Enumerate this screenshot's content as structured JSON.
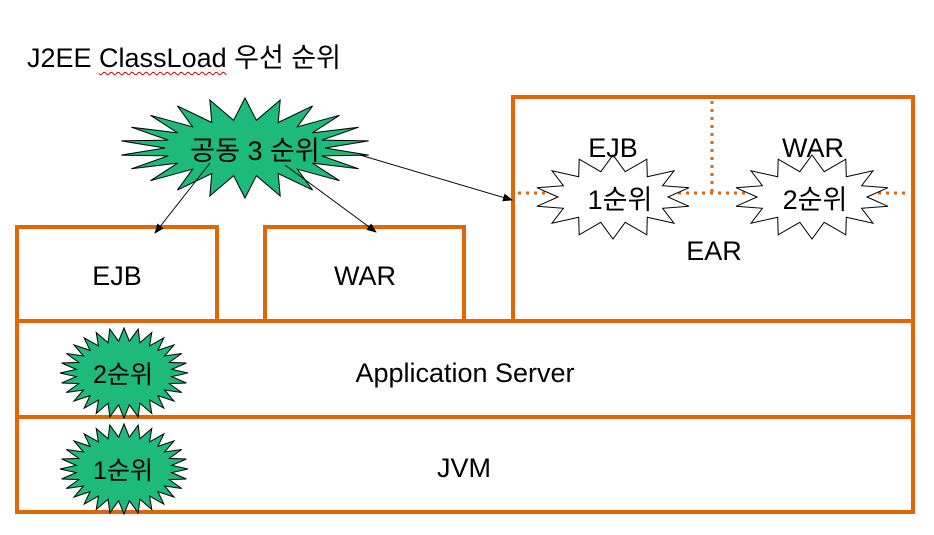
{
  "title": {
    "prefix": "J2EE ",
    "misspelled_word": "ClassLoad",
    "suffix": " 우선 순위"
  },
  "colors": {
    "border": "#E06608",
    "burst_green": "#1DBA7C",
    "burst_white": "#FFFFFF",
    "arrow": "#000000",
    "spellcheck_underline": "#D00000"
  },
  "bursts": {
    "shared_third": "공동 3 순위",
    "ear_ejb_priority": "1순위",
    "ear_war_priority": "2순위",
    "app_server_priority": "2순위",
    "jvm_priority": "1순위"
  },
  "boxes": {
    "ejb": "EJB",
    "war": "WAR",
    "ear": "EAR",
    "ear_ejb": "EJB",
    "ear_war": "WAR",
    "app_server": "Application Server",
    "jvm": "JVM"
  }
}
